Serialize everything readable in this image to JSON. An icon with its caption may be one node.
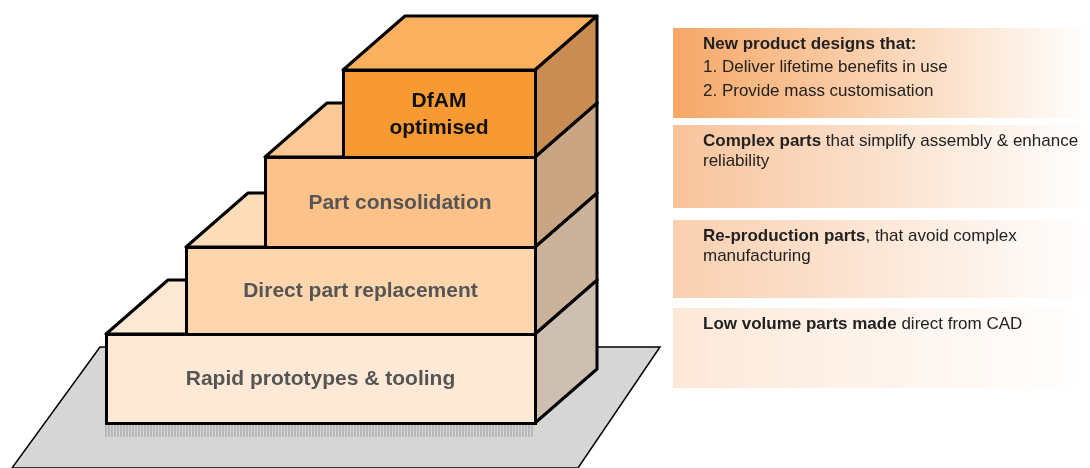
{
  "diagram": {
    "nodes": [
      {
        "text": [
          "DfAM optimised"
        ]
      },
      {
        "text": [
          "Part consolidation"
        ]
      },
      {
        "text": [
          "Direct part replacement"
        ]
      },
      {
        "text": [
          "Rapid prototypes & tooling"
        ]
      },
      {
        "text": [
          "New product designs that:",
          "1. Deliver lifetime benefits in use",
          "2. Provide mass customisation"
        ]
      },
      {
        "text": [
          "**Complex parts** that simplify assembly & enhance reliability"
        ]
      },
      {
        "text": [
          "**Re-production parts**, that avoid complex manufacturing"
        ]
      },
      {
        "text": [
          "**Low volume parts made** direct from CAD"
        ]
      }
    ]
  }
}
